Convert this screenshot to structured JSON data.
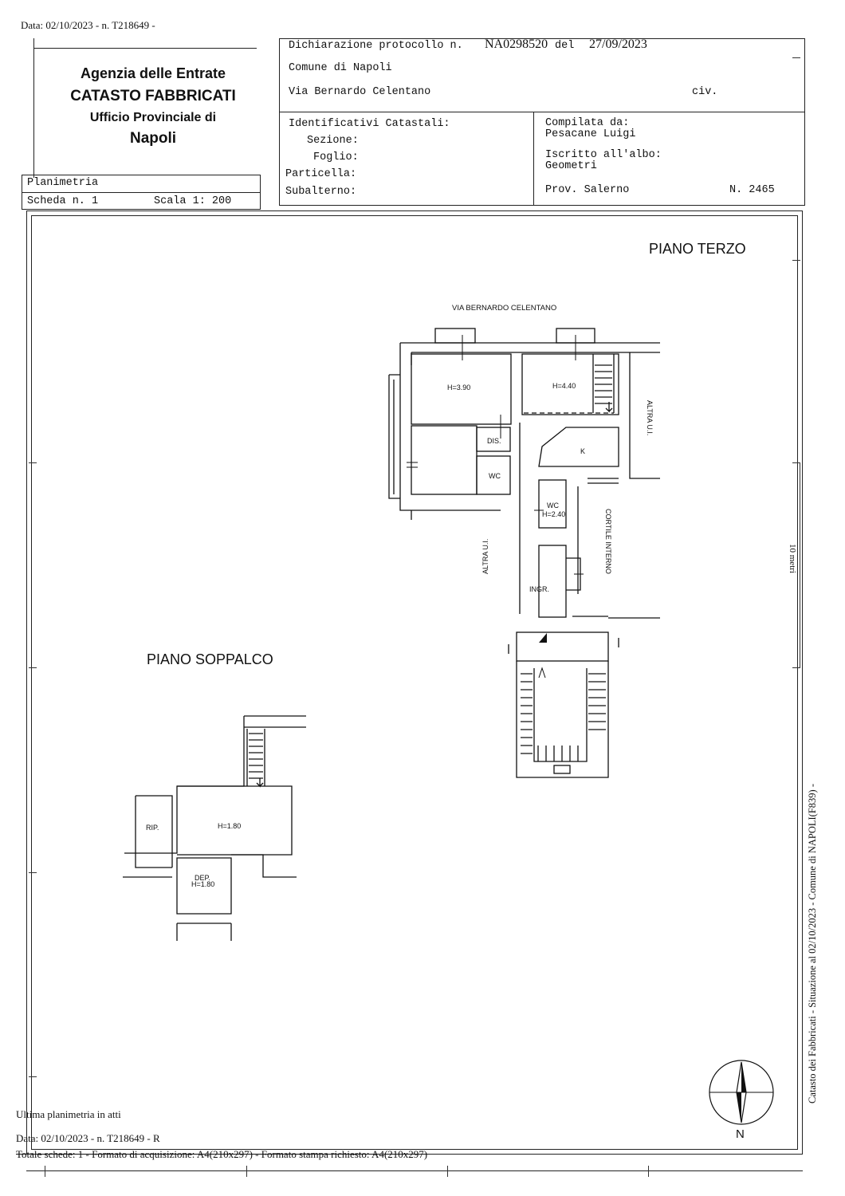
{
  "top_stamp": "Data: 02/10/2023 - n. T218649 -",
  "agency": {
    "line1": "Agenzia delle Entrate",
    "line2": "CATASTO FABBRICATI",
    "line3": "Ufficio Provinciale di",
    "line4": "Napoli"
  },
  "declaration": {
    "protocol_label": "Dichiarazione protocollo n.",
    "protocol_number": "NA0298520",
    "date_label": "del",
    "date": "27/09/2023",
    "comune": "Comune di Napoli",
    "address": "Via Bernardo Celentano",
    "civ_label": "civ."
  },
  "identifiers": {
    "title": "Identificativi Catastali:",
    "sezione": "Sezione:",
    "foglio": "Foglio:",
    "particella": "Particella:",
    "subalterno": "Subalterno:"
  },
  "compiler": {
    "compiled_label": "Compilata da:",
    "name": "Pesacane Luigi",
    "register_label": "Iscritto all'albo:",
    "register": "Geometri",
    "province": "Prov. Salerno",
    "number": "N. 2465"
  },
  "sheet": {
    "title": "Planimetria",
    "scheda": "Scheda n. 1",
    "scala": "Scala 1: 200"
  },
  "plan": {
    "floor_main": "PIANO TERZO",
    "floor_mezz": "PIANO SOPPALCO",
    "street": "VIA BERNARDO CELENTANO",
    "rooms": {
      "h390": "H=3.90",
      "h440": "H=4.40",
      "dis": "DIS.",
      "wc1": "WC",
      "k": "K",
      "wc2": "WC",
      "wc2_h": "H=2.40",
      "ingr": "INGR.",
      "rip": "RIP.",
      "h180": "H=1.80",
      "dep": "DEP.",
      "dep_h": "H=1.80"
    },
    "altra_ui_right": "ALTRA U.I.",
    "altra_ui_left": "ALTRA U.I.",
    "cortile": "CORTILE INTERNO",
    "scale_bar": "10 metri",
    "north": "N"
  },
  "side_text": "Catasto dei Fabbricati - Situazione al 02/10/2023 - Comune di NAPOLI(F839) -",
  "footer": {
    "last_plan": "Ultima planimetria in atti",
    "data": "Data: 02/10/2023 - n. T218649 - R",
    "totals": "Totale schede: 1 - Formato di acquisizione: A4(210x297) - Formato stampa richiesto: A4(210x297)"
  }
}
